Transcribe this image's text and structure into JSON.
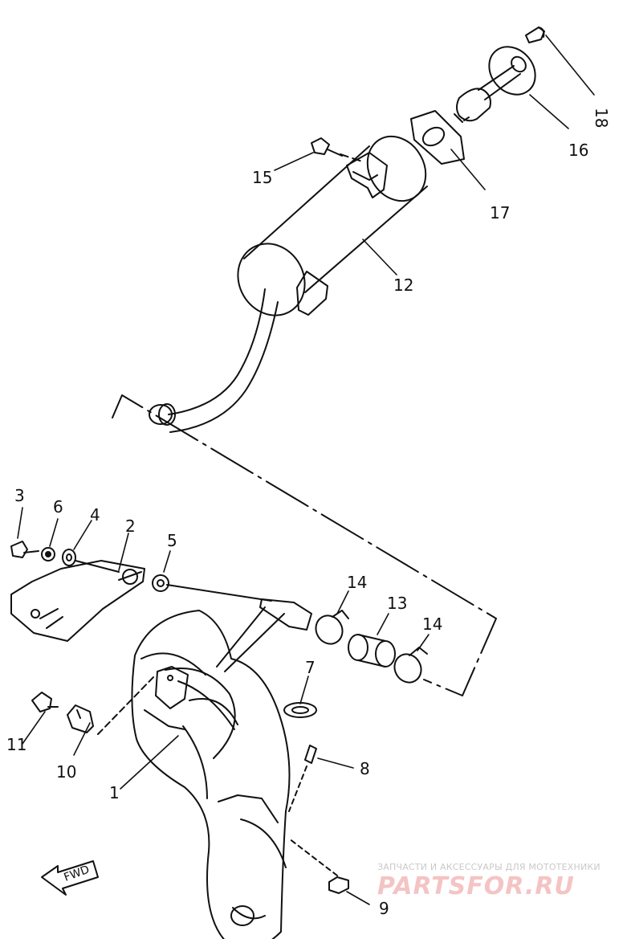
{
  "parts": [
    "1",
    "2",
    "3",
    "4",
    "5",
    "6",
    "7",
    "8",
    "9",
    "10",
    "11",
    "12",
    "13",
    "14",
    "14",
    "15",
    "16",
    "17",
    "18"
  ],
  "arrow_label": "FWD",
  "watermark": {
    "tagline": "ЗАПЧАСТИ И АКСЕССУАРЫ ДЛЯ МОТОТЕХНИКИ",
    "site": "PARTSFOR.RU"
  }
}
